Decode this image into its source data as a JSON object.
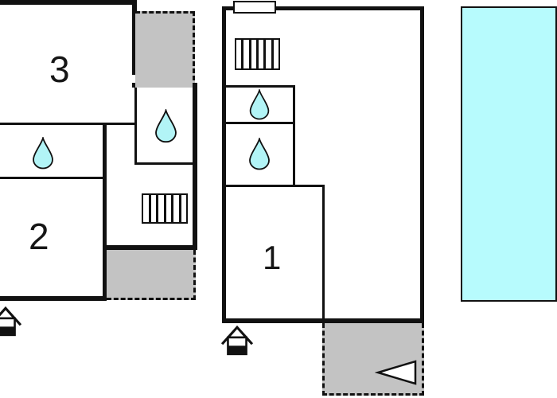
{
  "rooms": {
    "r1": "1",
    "r2": "2",
    "r3": "3"
  },
  "colors": {
    "wall": "#111111",
    "terrace": "#c3c3c3",
    "water": "#b2f4f6",
    "pool": "#b7fbfd"
  },
  "icons": {
    "water_drop": "teardrop",
    "stairs": "striped-rectangle",
    "entrance": "house-glyph",
    "direction_arrow": "left-pointing-triangle"
  }
}
